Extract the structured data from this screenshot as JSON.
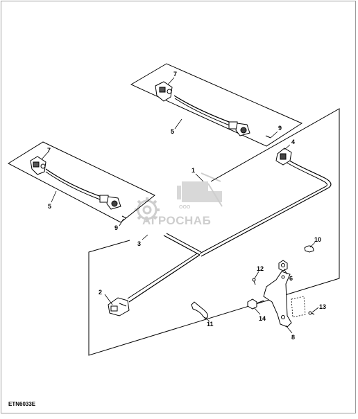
{
  "diagram": {
    "figure_code": "ETN6033E",
    "watermark": {
      "line1": "ООО",
      "line2": "АГРОСНАБ"
    },
    "callouts": [
      {
        "id": "c1",
        "label": "1"
      },
      {
        "id": "c2",
        "label": "2"
      },
      {
        "id": "c3",
        "label": "3"
      },
      {
        "id": "c4",
        "label": "4"
      },
      {
        "id": "c5a",
        "label": "5"
      },
      {
        "id": "c5b",
        "label": "5"
      },
      {
        "id": "c6",
        "label": "6"
      },
      {
        "id": "c7a",
        "label": "7"
      },
      {
        "id": "c7b",
        "label": "7"
      },
      {
        "id": "c8",
        "label": "8"
      },
      {
        "id": "c9a",
        "label": "9"
      },
      {
        "id": "c9b",
        "label": "9"
      },
      {
        "id": "c10",
        "label": "10"
      },
      {
        "id": "c11",
        "label": "11"
      },
      {
        "id": "c12",
        "label": "12"
      },
      {
        "id": "c13",
        "label": "13"
      },
      {
        "id": "c14",
        "label": "14"
      }
    ],
    "colors": {
      "line": "#000000",
      "watermark": "#c9c9c9",
      "border": "#9a9a9a"
    }
  }
}
